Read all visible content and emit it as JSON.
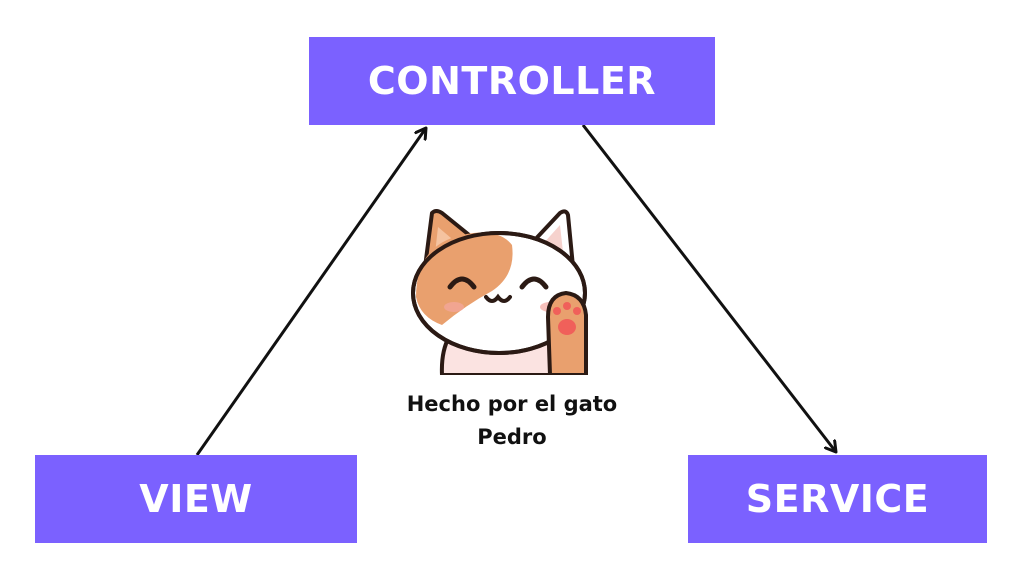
{
  "colors": {
    "node_fill": "#7b61ff",
    "node_text": "#ffffff",
    "arrow": "#111111",
    "caption": "#111111"
  },
  "nodes": {
    "controller": "CONTROLLER",
    "view": "VIEW",
    "service": "SERVICE"
  },
  "caption": {
    "line1": "Hecho por el gato",
    "line2": "Pedro"
  },
  "icons": {
    "illustration": "waving-cat-icon"
  }
}
